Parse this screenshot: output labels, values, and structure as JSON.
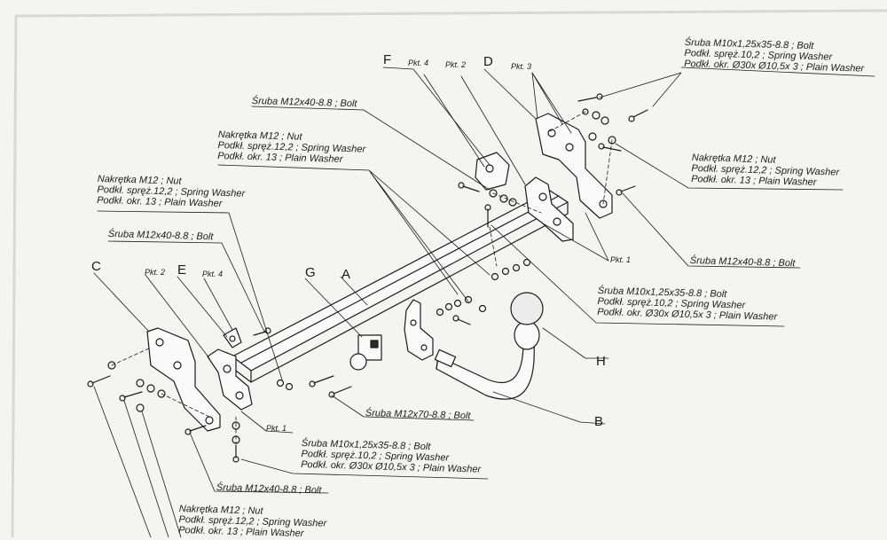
{
  "letters": {
    "F": "F",
    "D": "D",
    "C": "C",
    "E": "E",
    "G": "G",
    "A": "A",
    "H": "H",
    "B": "B"
  },
  "pkt": {
    "p4_top": "Pkt. 4",
    "p2_top": "Pkt. 2",
    "p3_top": "Pkt. 3",
    "p1_right": "Pkt. 1",
    "p2_left": "Pkt. 2",
    "p4_left": "Pkt. 4",
    "p1_left": "Pkt. 1"
  },
  "callouts": {
    "top_right": {
      "l1": "Śruba M10x1,25x35-8.8 ; Bolt",
      "l2": "Podkł. spręż.10,2 ; Spring Washer",
      "l3": "Podkł. okr.  Ø30x Ø10,5x 3 ; Plain Washer"
    },
    "bolt_top": {
      "l1": "Śruba M12x40-8.8 ;  Bolt"
    },
    "nut_top": {
      "l1": "Nakrętka  M12 ; Nut",
      "l2": "Podkł. spręż.12,2 ; Spring Washer",
      "l3": "Podkł. okr. 13 ; Plain Washer"
    },
    "nut_right": {
      "l1": "Nakrętka  M12 ; Nut",
      "l2": "Podkł. spręż.12,2 ; Spring Washer",
      "l3": "Podkł. okr. 13 ; Plain Washer"
    },
    "nut_left": {
      "l1": "Nakrętka  M12 ; Nut",
      "l2": "Podkł. spręż.12,2 ; Spring Washer",
      "l3": "Podkł. okr. 13 ; Plain Washer"
    },
    "bolt_left": {
      "l1": "Śruba M12x40-8.8 ;  Bolt"
    },
    "bolt_right": {
      "l1": "Śruba M12x40-8.8 ;  Bolt"
    },
    "mid_right": {
      "l1": "Śruba M10x1,25x35-8.8 ;  Bolt",
      "l2": "Podkł. spręż.10,2 ; Spring Washer",
      "l3": "Podkł. okr.  Ø30x Ø10,5x 3 ; Plain Washer"
    },
    "bolt_m70": {
      "l1": "Śruba M12x70-8.8 ;  Bolt"
    },
    "bottom_mid": {
      "l1": "Śruba M10x1,25x35-8.8 ;  Bolt",
      "l2": "Podkł. spręż.10,2 ; Spring Washer",
      "l3": "Podkł. okr.  Ø30x Ø10,5x 3 ; Plain Washer"
    },
    "bolt_bottom": {
      "l1": "Śruba M12x40-8.8 ;  Bolt"
    },
    "nut_bottom": {
      "l1": "Nakrętka  M12 ; Nut",
      "l2": "Podkł. spręż.12,2 ; Spring Washer",
      "l3": "Podkł. okr. 13 ; Plain Washer"
    }
  }
}
